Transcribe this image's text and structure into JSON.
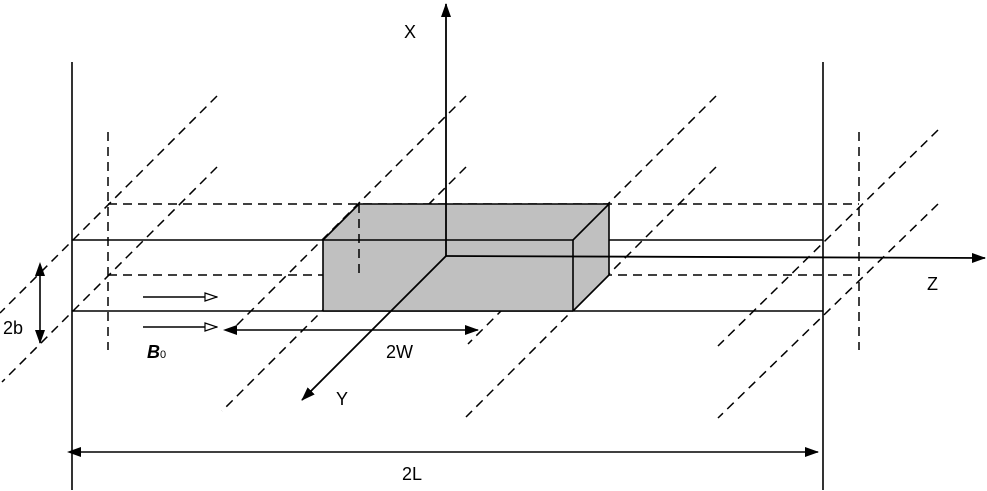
{
  "labels": {
    "x_axis": "X",
    "y_axis": "Y",
    "z_axis": "Z",
    "thickness": "2b",
    "width": "2W",
    "length": "2L",
    "field_symbol": "B",
    "field_subscript": "0"
  },
  "colors": {
    "stroke": "#000000",
    "sample_fill": "#c0c0c0",
    "background": "#ffffff"
  }
}
